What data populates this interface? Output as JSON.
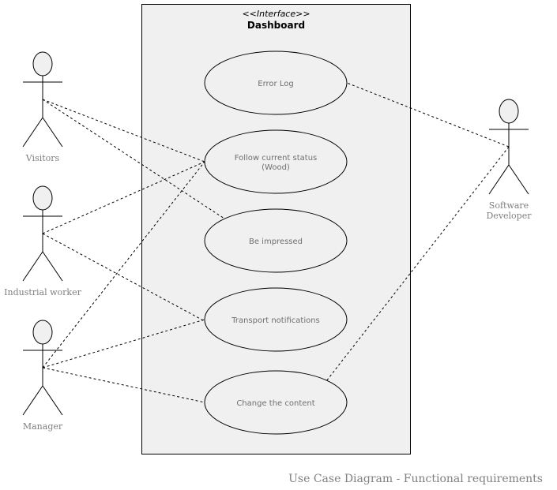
{
  "system": {
    "stereotype": "<<Interface>>",
    "title": "Dashboard"
  },
  "actors": [
    {
      "id": "visitors",
      "label": "Visitors"
    },
    {
      "id": "industrial_worker",
      "label": "Industrial worker"
    },
    {
      "id": "manager",
      "label": "Manager"
    },
    {
      "id": "software_developer",
      "label": [
        "Software",
        "Developer"
      ]
    }
  ],
  "use_cases": [
    {
      "id": "error_log",
      "label": [
        "Error Log"
      ]
    },
    {
      "id": "follow_status",
      "label": [
        "Follow current status",
        "(Wood)"
      ]
    },
    {
      "id": "be_impressed",
      "label": [
        "Be impressed"
      ]
    },
    {
      "id": "transport",
      "label": [
        "Transport notifications"
      ]
    },
    {
      "id": "change_content",
      "label": [
        "Change the content"
      ]
    }
  ],
  "associations": [
    [
      "visitors",
      "follow_status"
    ],
    [
      "visitors",
      "be_impressed"
    ],
    [
      "industrial_worker",
      "follow_status"
    ],
    [
      "industrial_worker",
      "transport"
    ],
    [
      "manager",
      "follow_status"
    ],
    [
      "manager",
      "transport"
    ],
    [
      "manager",
      "change_content"
    ],
    [
      "software_developer",
      "error_log"
    ],
    [
      "software_developer",
      "change_content"
    ]
  ],
  "caption": "Use Case Diagram - Functional requirements"
}
